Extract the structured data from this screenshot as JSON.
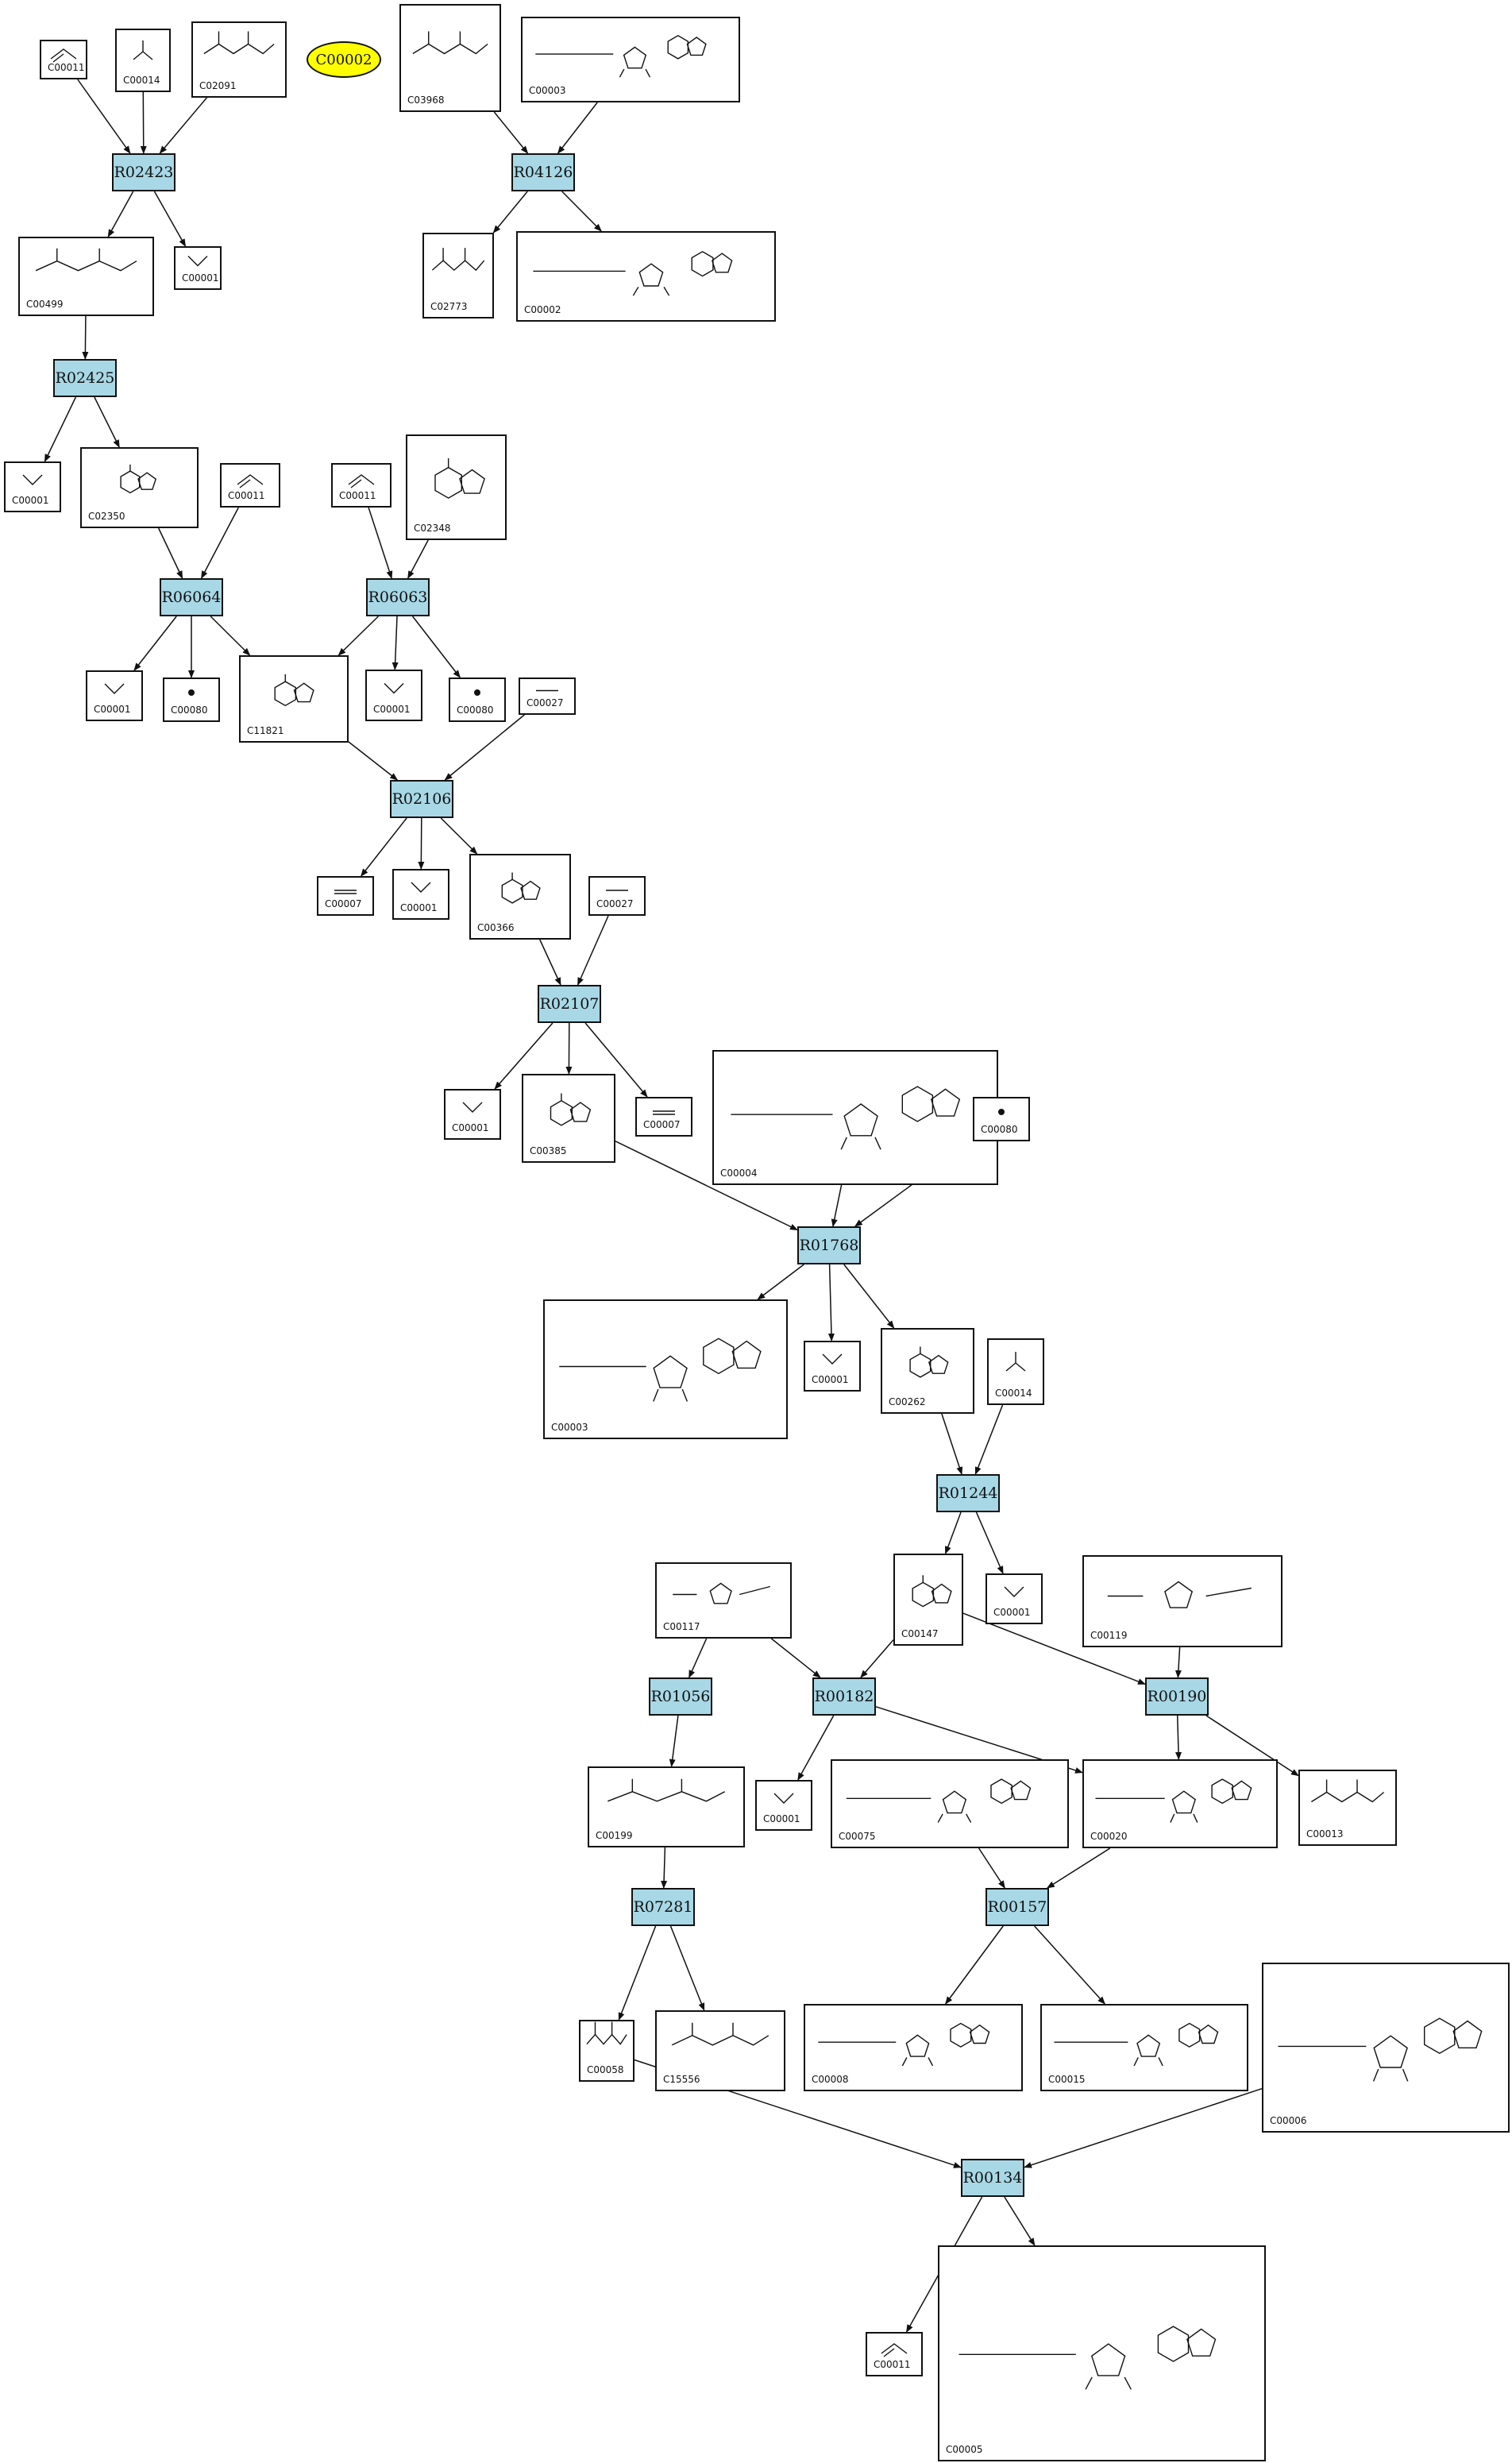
{
  "highlight": {
    "label": "C00002",
    "color": "#ffff00"
  },
  "colors": {
    "reaction_fill": "#a8d8e6",
    "edge": "#111111"
  },
  "reactions": [
    {
      "id": "R02423",
      "label": "R02423"
    },
    {
      "id": "R04126",
      "label": "R04126"
    },
    {
      "id": "R02425",
      "label": "R02425"
    },
    {
      "id": "R06064",
      "label": "R06064"
    },
    {
      "id": "R06063",
      "label": "R06063"
    },
    {
      "id": "R02106",
      "label": "R02106"
    },
    {
      "id": "R02107",
      "label": "R02107"
    },
    {
      "id": "R01768",
      "label": "R01768"
    },
    {
      "id": "R01244",
      "label": "R01244"
    },
    {
      "id": "R01056",
      "label": "R01056"
    },
    {
      "id": "R00182",
      "label": "R00182"
    },
    {
      "id": "R00190",
      "label": "R00190"
    },
    {
      "id": "R07281",
      "label": "R07281"
    },
    {
      "id": "R00157",
      "label": "R00157"
    },
    {
      "id": "R00134",
      "label": "R00134"
    }
  ],
  "compounds": [
    {
      "id": "n1",
      "code": "C00011",
      "mol": "co2"
    },
    {
      "id": "n2",
      "code": "C00014",
      "mol": "nh3"
    },
    {
      "id": "n3",
      "code": "C02091",
      "mol": "generic"
    },
    {
      "id": "n4",
      "code": "C03968",
      "mol": "generic"
    },
    {
      "id": "n5",
      "code": "C00003",
      "mol": "nucleotide"
    },
    {
      "id": "n6",
      "code": "C00499",
      "mol": "generic"
    },
    {
      "id": "n7",
      "code": "C00001",
      "mol": "water"
    },
    {
      "id": "n8",
      "code": "C02773",
      "mol": "generic"
    },
    {
      "id": "n9",
      "code": "C00002",
      "mol": "nucleotide"
    },
    {
      "id": "n10",
      "code": "C00001",
      "mol": "water"
    },
    {
      "id": "n11",
      "code": "C02350",
      "mol": "ring"
    },
    {
      "id": "n12",
      "code": "C00011",
      "mol": "co2"
    },
    {
      "id": "n13",
      "code": "C00011",
      "mol": "co2"
    },
    {
      "id": "n14",
      "code": "C02348",
      "mol": "ring"
    },
    {
      "id": "n15",
      "code": "C00001",
      "mol": "water"
    },
    {
      "id": "n16",
      "code": "C00080",
      "mol": "proton"
    },
    {
      "id": "n17",
      "code": "C11821",
      "mol": "ring"
    },
    {
      "id": "n18",
      "code": "C00001",
      "mol": "water"
    },
    {
      "id": "n19",
      "code": "C00080",
      "mol": "proton"
    },
    {
      "id": "n20",
      "code": "C00027",
      "mol": "h2o2"
    },
    {
      "id": "n21",
      "code": "C00007",
      "mol": "o2"
    },
    {
      "id": "n22",
      "code": "C00001",
      "mol": "water"
    },
    {
      "id": "n23",
      "code": "C00366",
      "mol": "ring"
    },
    {
      "id": "n24",
      "code": "C00027",
      "mol": "h2o2"
    },
    {
      "id": "n25",
      "code": "C00001",
      "mol": "water"
    },
    {
      "id": "n26",
      "code": "C00385",
      "mol": "ring"
    },
    {
      "id": "n27",
      "code": "C00007",
      "mol": "o2"
    },
    {
      "id": "n28",
      "code": "C00004",
      "mol": "nucleotide"
    },
    {
      "id": "n29",
      "code": "C00080",
      "mol": "proton"
    },
    {
      "id": "n30",
      "code": "C00003",
      "mol": "nucleotide"
    },
    {
      "id": "n31",
      "code": "C00001",
      "mol": "water"
    },
    {
      "id": "n32",
      "code": "C00262",
      "mol": "ring"
    },
    {
      "id": "n33",
      "code": "C00014",
      "mol": "nh3"
    },
    {
      "id": "n34",
      "code": "C00117",
      "mol": "sugar"
    },
    {
      "id": "n35",
      "code": "C00147",
      "mol": "ring"
    },
    {
      "id": "n36",
      "code": "C00001",
      "mol": "water"
    },
    {
      "id": "n37",
      "code": "C00119",
      "mol": "sugar"
    },
    {
      "id": "n38",
      "code": "C00199",
      "mol": "generic"
    },
    {
      "id": "n39",
      "code": "C00001",
      "mol": "water"
    },
    {
      "id": "n40",
      "code": "C00075",
      "mol": "nucleotide"
    },
    {
      "id": "n41",
      "code": "C00020",
      "mol": "nucleotide"
    },
    {
      "id": "n42",
      "code": "C00013",
      "mol": "generic"
    },
    {
      "id": "n43",
      "code": "C00058",
      "mol": "generic"
    },
    {
      "id": "n44",
      "code": "C15556",
      "mol": "generic"
    },
    {
      "id": "n45",
      "code": "C00008",
      "mol": "nucleotide"
    },
    {
      "id": "n46",
      "code": "C00015",
      "mol": "nucleotide"
    },
    {
      "id": "n47",
      "code": "C00006",
      "mol": "nucleotide"
    },
    {
      "id": "n48",
      "code": "C00011",
      "mol": "co2"
    },
    {
      "id": "n49",
      "code": "C00005",
      "mol": "nucleotide"
    }
  ],
  "edges": [
    [
      "n1",
      "R02423"
    ],
    [
      "n2",
      "R02423"
    ],
    [
      "n3",
      "R02423"
    ],
    [
      "R02423",
      "n6"
    ],
    [
      "R02423",
      "n7"
    ],
    [
      "n4",
      "R04126"
    ],
    [
      "n5",
      "R04126"
    ],
    [
      "R04126",
      "n8"
    ],
    [
      "R04126",
      "n9"
    ],
    [
      "n6",
      "R02425"
    ],
    [
      "R02425",
      "n10"
    ],
    [
      "R02425",
      "n11"
    ],
    [
      "n11",
      "R06064"
    ],
    [
      "n12",
      "R06064"
    ],
    [
      "n13",
      "R06063"
    ],
    [
      "n14",
      "R06063"
    ],
    [
      "R06064",
      "n15"
    ],
    [
      "R06064",
      "n16"
    ],
    [
      "R06064",
      "n17"
    ],
    [
      "R06063",
      "n17"
    ],
    [
      "R06063",
      "n18"
    ],
    [
      "R06063",
      "n19"
    ],
    [
      "n17",
      "R02106"
    ],
    [
      "n20",
      "R02106"
    ],
    [
      "R02106",
      "n21"
    ],
    [
      "R02106",
      "n22"
    ],
    [
      "R02106",
      "n23"
    ],
    [
      "n23",
      "R02107"
    ],
    [
      "n24",
      "R02107"
    ],
    [
      "R02107",
      "n25"
    ],
    [
      "R02107",
      "n26"
    ],
    [
      "R02107",
      "n27"
    ],
    [
      "n26",
      "R01768"
    ],
    [
      "n28",
      "R01768"
    ],
    [
      "n29",
      "R01768"
    ],
    [
      "R01768",
      "n30"
    ],
    [
      "R01768",
      "n31"
    ],
    [
      "R01768",
      "n32"
    ],
    [
      "n32",
      "R01244"
    ],
    [
      "n33",
      "R01244"
    ],
    [
      "R01244",
      "n35"
    ],
    [
      "R01244",
      "n36"
    ],
    [
      "n34",
      "R01056"
    ],
    [
      "n34",
      "R00182"
    ],
    [
      "n35",
      "R00182"
    ],
    [
      "n35",
      "R00190"
    ],
    [
      "n37",
      "R00190"
    ],
    [
      "R01056",
      "n38"
    ],
    [
      "R00182",
      "n39"
    ],
    [
      "R00182",
      "n41"
    ],
    [
      "R00190",
      "n41"
    ],
    [
      "R00190",
      "n42"
    ],
    [
      "n38",
      "R07281"
    ],
    [
      "n40",
      "R00157"
    ],
    [
      "n41",
      "R00157"
    ],
    [
      "R07281",
      "n43"
    ],
    [
      "R07281",
      "n44"
    ],
    [
      "R00157",
      "n45"
    ],
    [
      "R00157",
      "n46"
    ],
    [
      "n43",
      "R00134"
    ],
    [
      "n47",
      "R00134"
    ],
    [
      "R00134",
      "n48"
    ],
    [
      "R00134",
      "n49"
    ]
  ]
}
